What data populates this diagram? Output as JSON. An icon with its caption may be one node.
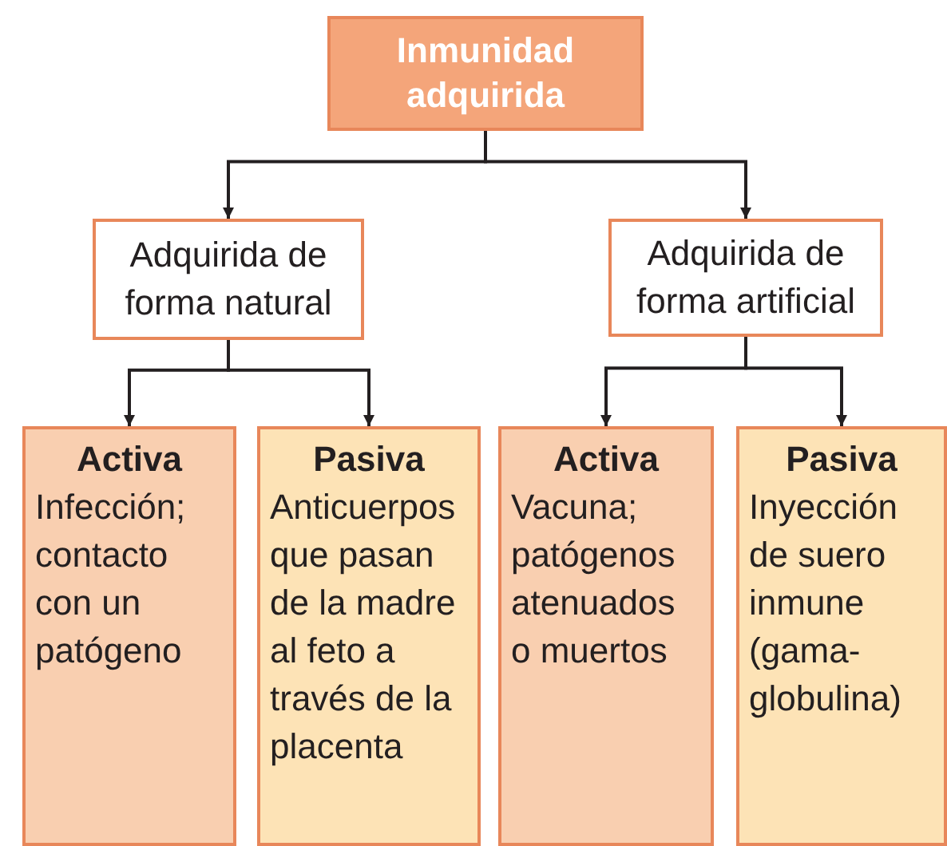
{
  "diagram": {
    "nodes": [
      {
        "text": [
          "Inmunidad adquirida"
        ]
      },
      {
        "text": [
          "Adquirida de forma natural"
        ]
      },
      {
        "text": [
          "Adquirida de forma artificial"
        ]
      },
      {
        "text": [
          "Activa",
          "Infección; contacto con un patógeno"
        ]
      },
      {
        "text": [
          "Pasiva",
          "Anticuerpos que pasan de la madre al feto a través de la placenta"
        ]
      },
      {
        "text": [
          "Activa",
          "Vacuna; patógenos atenuados o muertos"
        ]
      },
      {
        "text": [
          "Pasiva",
          "Inyección de suero inmune (gama-globulina)"
        ]
      }
    ],
    "edges": [
      {
        "from": 0,
        "to": 1,
        "arrow": "to"
      },
      {
        "from": 0,
        "to": 2,
        "arrow": "to"
      },
      {
        "from": 1,
        "to": 3,
        "arrow": "to"
      },
      {
        "from": 1,
        "to": 4,
        "arrow": "to"
      },
      {
        "from": 2,
        "to": 5,
        "arrow": "to"
      },
      {
        "from": 2,
        "to": 6,
        "arrow": "to"
      }
    ]
  }
}
